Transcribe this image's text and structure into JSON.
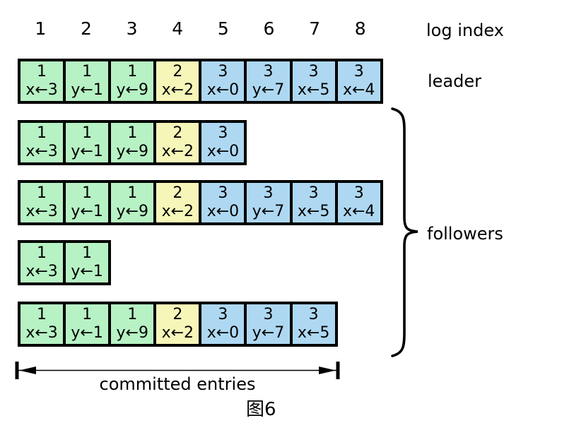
{
  "caption": "图6",
  "colors": {
    "stroke": "#000000",
    "background": "#ffffff",
    "terms": {
      "1": "#b7f2c4",
      "2": "#f6f6b9",
      "3": "#aed8f2"
    }
  },
  "log_index": {
    "label": "log index",
    "indices": [
      "1",
      "2",
      "3",
      "4",
      "5",
      "6",
      "7",
      "8"
    ]
  },
  "leader": {
    "label": "leader",
    "entries": [
      {
        "term": "1",
        "cmd": "x←3"
      },
      {
        "term": "1",
        "cmd": "y←1"
      },
      {
        "term": "1",
        "cmd": "y←9"
      },
      {
        "term": "2",
        "cmd": "x←2"
      },
      {
        "term": "3",
        "cmd": "x←0"
      },
      {
        "term": "3",
        "cmd": "y←7"
      },
      {
        "term": "3",
        "cmd": "x←5"
      },
      {
        "term": "3",
        "cmd": "x←4"
      }
    ]
  },
  "followers": {
    "label": "followers",
    "rows": [
      {
        "entries": [
          {
            "term": "1",
            "cmd": "x←3"
          },
          {
            "term": "1",
            "cmd": "y←1"
          },
          {
            "term": "1",
            "cmd": "y←9"
          },
          {
            "term": "2",
            "cmd": "x←2"
          },
          {
            "term": "3",
            "cmd": "x←0"
          }
        ]
      },
      {
        "entries": [
          {
            "term": "1",
            "cmd": "x←3"
          },
          {
            "term": "1",
            "cmd": "y←1"
          },
          {
            "term": "1",
            "cmd": "y←9"
          },
          {
            "term": "2",
            "cmd": "x←2"
          },
          {
            "term": "3",
            "cmd": "x←0"
          },
          {
            "term": "3",
            "cmd": "y←7"
          },
          {
            "term": "3",
            "cmd": "x←5"
          },
          {
            "term": "3",
            "cmd": "x←4"
          }
        ]
      },
      {
        "entries": [
          {
            "term": "1",
            "cmd": "x←3"
          },
          {
            "term": "1",
            "cmd": "y←1"
          }
        ]
      },
      {
        "entries": [
          {
            "term": "1",
            "cmd": "x←3"
          },
          {
            "term": "1",
            "cmd": "y←1"
          },
          {
            "term": "1",
            "cmd": "y←9"
          },
          {
            "term": "2",
            "cmd": "x←2"
          },
          {
            "term": "3",
            "cmd": "x←0"
          },
          {
            "term": "3",
            "cmd": "y←7"
          },
          {
            "term": "3",
            "cmd": "x←5"
          }
        ]
      }
    ]
  },
  "committed": {
    "label": "committed entries"
  }
}
